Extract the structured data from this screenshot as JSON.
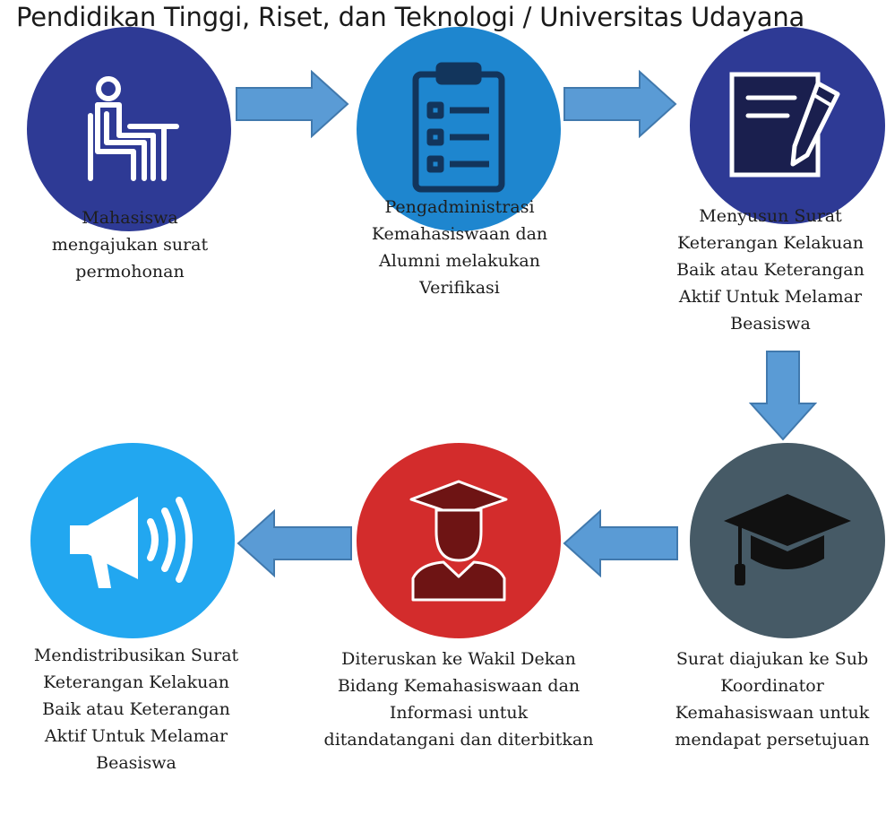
{
  "header": {
    "text": "Pendidikan Tinggi, Riset, dan Teknologi / Universitas Udayana"
  },
  "steps": [
    {
      "icon": "person-seated-at-desk-icon",
      "color": "#2e3a95",
      "caption_lines": [
        "Mahasiswa",
        "mengajukan surat",
        "permohonan"
      ]
    },
    {
      "icon": "clipboard-checklist-icon",
      "color": "#1e86cf",
      "caption_lines": [
        "Pengadministrasi",
        "Kemahasiswaan dan",
        "Alumni melakukan",
        "Verifikasi"
      ]
    },
    {
      "icon": "document-pen-icon",
      "color": "#2e3a95",
      "caption_lines": [
        "Menyusun Surat",
        "Keterangan Kelakuan",
        "Baik atau Keterangan",
        "Aktif  Untuk Melamar",
        "Beasiswa"
      ]
    },
    {
      "icon": "graduation-cap-icon",
      "color": "#465a66",
      "caption_lines": [
        "Surat diajukan ke Sub",
        "Koordinator",
        "Kemahasiswaan untuk",
        "mendapat persetujuan"
      ]
    },
    {
      "icon": "graduate-person-icon",
      "color": "#d32c2c",
      "caption_lines": [
        "Diteruskan ke Wakil Dekan",
        "Bidang Kemahasiswaan dan",
        "Informasi untuk",
        "ditandatangani dan diterbitkan"
      ]
    },
    {
      "icon": "megaphone-icon",
      "color": "#22a7f0",
      "caption_lines": [
        "Mendistribusikan Surat",
        "Keterangan Kelakuan",
        "Baik atau Keterangan",
        "Aktif  Untuk Melamar",
        "Beasiswa"
      ]
    }
  ],
  "arrow_color": "#5a9bd5"
}
